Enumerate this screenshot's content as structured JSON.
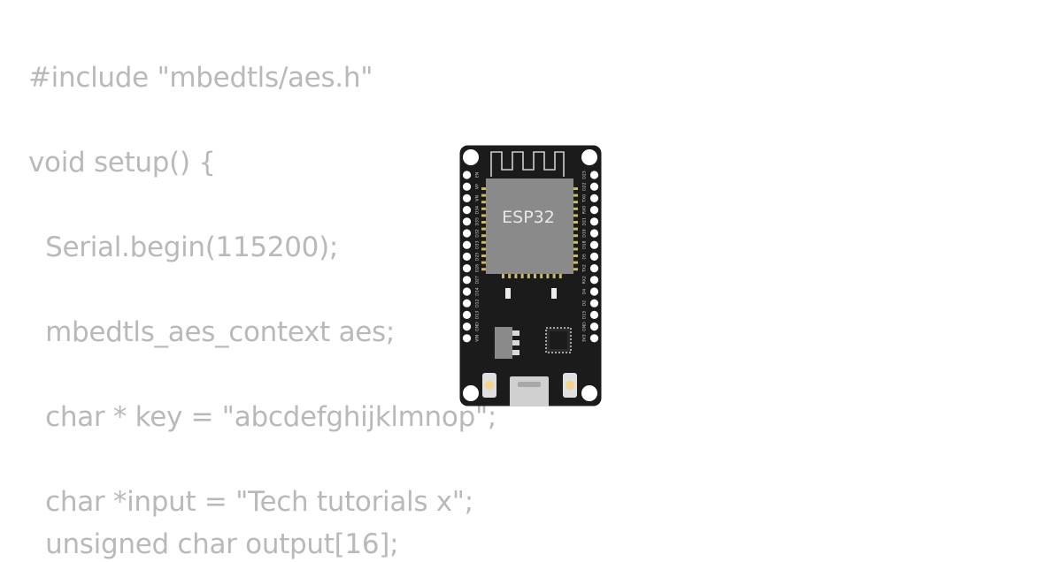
{
  "code_lines": [
    "#include \"mbedtls/aes.h\"",
    "void setup() {",
    "  Serial.begin(115200);",
    "  mbedtls_aes_context aes;",
    "  char * key = \"abcdefghijklmnop\";",
    "  char *input = \"Tech tutorials x\";",
    "  unsigned char output[16];"
  ],
  "board": {
    "chip_label": "ESP32",
    "left_pins": [
      "EN",
      "VP",
      "VN",
      "D34",
      "D35",
      "D32",
      "D33",
      "D25",
      "D26",
      "D27",
      "D14",
      "D12",
      "D13",
      "GND",
      "VIN"
    ],
    "right_pins": [
      "D23",
      "D22",
      "TX0",
      "RX0",
      "D21",
      "D19",
      "D18",
      "D5",
      "TX2",
      "RX2",
      "D4",
      "D2",
      "D15",
      "GND",
      "3V3"
    ],
    "colors": {
      "pcb": "#1b1b1b",
      "module": "#8a8a8a",
      "pads": "#c9b96a",
      "antenna": "#cfcfcf",
      "usb": "#d0d0d0"
    }
  }
}
